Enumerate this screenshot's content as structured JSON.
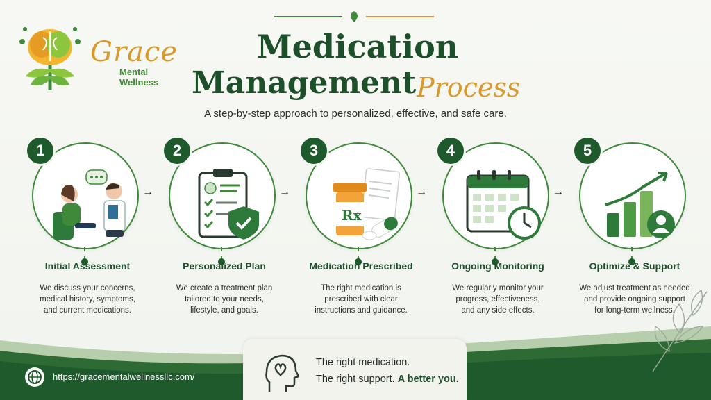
{
  "brand": {
    "name": "Grace",
    "tagline": "Mental Wellness"
  },
  "header": {
    "title_line1": "Medication",
    "title_line2": "Management",
    "title_accent": "Process",
    "subtitle": "A step-by-step approach to personalized, effective, and safe care."
  },
  "steps": [
    {
      "number": "1",
      "title": "Initial Assessment",
      "desc": [
        "We discuss your concerns,",
        "medical history, symptoms,",
        "and current medications."
      ],
      "icon": "consultation-icon"
    },
    {
      "number": "2",
      "title": "Personalized Plan",
      "desc": [
        "We create a treatment plan",
        "tailored to your needs,",
        "lifestyle, and goals."
      ],
      "icon": "clipboard-shield-icon"
    },
    {
      "number": "3",
      "title": "Medication Prescribed",
      "desc": [
        "The right medication is",
        "prescribed with clear",
        "instructions and guidance."
      ],
      "icon": "prescription-bottle-icon"
    },
    {
      "number": "4",
      "title": "Ongoing Monitoring",
      "desc": [
        "We regularly monitor your",
        "progress, effectiveness,",
        "and any side effects."
      ],
      "icon": "calendar-clock-icon"
    },
    {
      "number": "5",
      "title": "Optimize & Support",
      "desc": [
        "We adjust treatment as needed",
        "and provide ongoing support",
        "for long-term wellness."
      ],
      "icon": "growth-chart-icon"
    }
  ],
  "arrows": [
    "→",
    "→",
    "→",
    "→"
  ],
  "footer": {
    "url": "https://gracementalwellnessllc.com/",
    "tagline_line1": "The right medication.",
    "tagline_line2_plain": "The right support.",
    "tagline_line2_bold": "A better you."
  },
  "colors": {
    "primary_green": "#1d4f2a",
    "accent_gold": "#d99a2b",
    "leaf_green": "#3e8a3a"
  }
}
